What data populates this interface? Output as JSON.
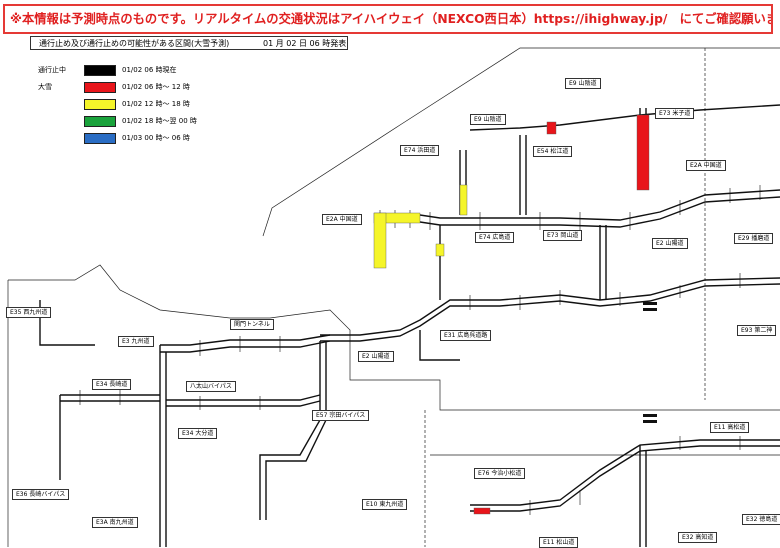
{
  "notice": {
    "text": "※本情報は予測時点のものです。リアルタイムの交通状況はアイハイウェイ（NEXCO西日本）https://ihighway.jp/　にてご確認願います。",
    "color": "#e02020"
  },
  "header": {
    "title": "通行止め及び通行止めの可能性がある区間(大雪予測)",
    "published": "01 月 02 日 06 時発表"
  },
  "legend": [
    {
      "label": "通行止中",
      "time": "01/02 06 時現在",
      "color": "#000000"
    },
    {
      "label": "大雪",
      "time": "01/02 06 時～ 12 時",
      "color": "#e8151b"
    },
    {
      "label": "",
      "time": "01/02 12 時～ 18 時",
      "color": "#f5f52a"
    },
    {
      "label": "",
      "time": "01/02 18 時～翌 00 時",
      "color": "#1aa33c"
    },
    {
      "label": "",
      "time": "01/03 00 時～ 06 時",
      "color": "#2a6dc4"
    }
  ],
  "routes": {
    "e9_sanin": "E9 山陰道",
    "e9_sanin_2": "E9 山陰道",
    "e73_yonago": "E73 米子道",
    "e54_matsue": "E54 松江道",
    "e74_hamada": "E74 浜田道",
    "e2a_chugoku": "E2A 中国道",
    "e2a_chugoku_2": "E2A 中国道",
    "e74_hiroshima": "E74 広島道",
    "e73_okayama": "E73 岡山道",
    "e2_sanyo": "E2 山陽道",
    "e29_harima": "E29 播磨道",
    "e35_nishikyushu": "E35 西九州道",
    "e3_kyushu": "E3 九州道",
    "e34_nagasaki": "E34 長崎道",
    "e34_oita": "E34 大分道",
    "kanmon": "関門トンネル",
    "e31_hiroshima_kure": "E31 広島呉道路",
    "e2_sanyo_2": "E2 山陽道",
    "yatsushiro_bypass": "八太山バイパス",
    "e57_higashikyushu": "E57 宗田バイパス",
    "e10_higashikyushu": "E10 東九州道",
    "e93_daini_shinmei": "E93 第二神",
    "e11_kochi": "E11 高松道",
    "e76_imabari": "E76 今治小松道",
    "e32_tokushima": "E32 徳島道",
    "e32_kochi": "E32 高知道",
    "e11_matsuyama": "E11 松山道",
    "e36_nagasaki_bypass": "E36 長崎バイパス",
    "e3a_minamikyushu": "E3A 南九州道"
  }
}
